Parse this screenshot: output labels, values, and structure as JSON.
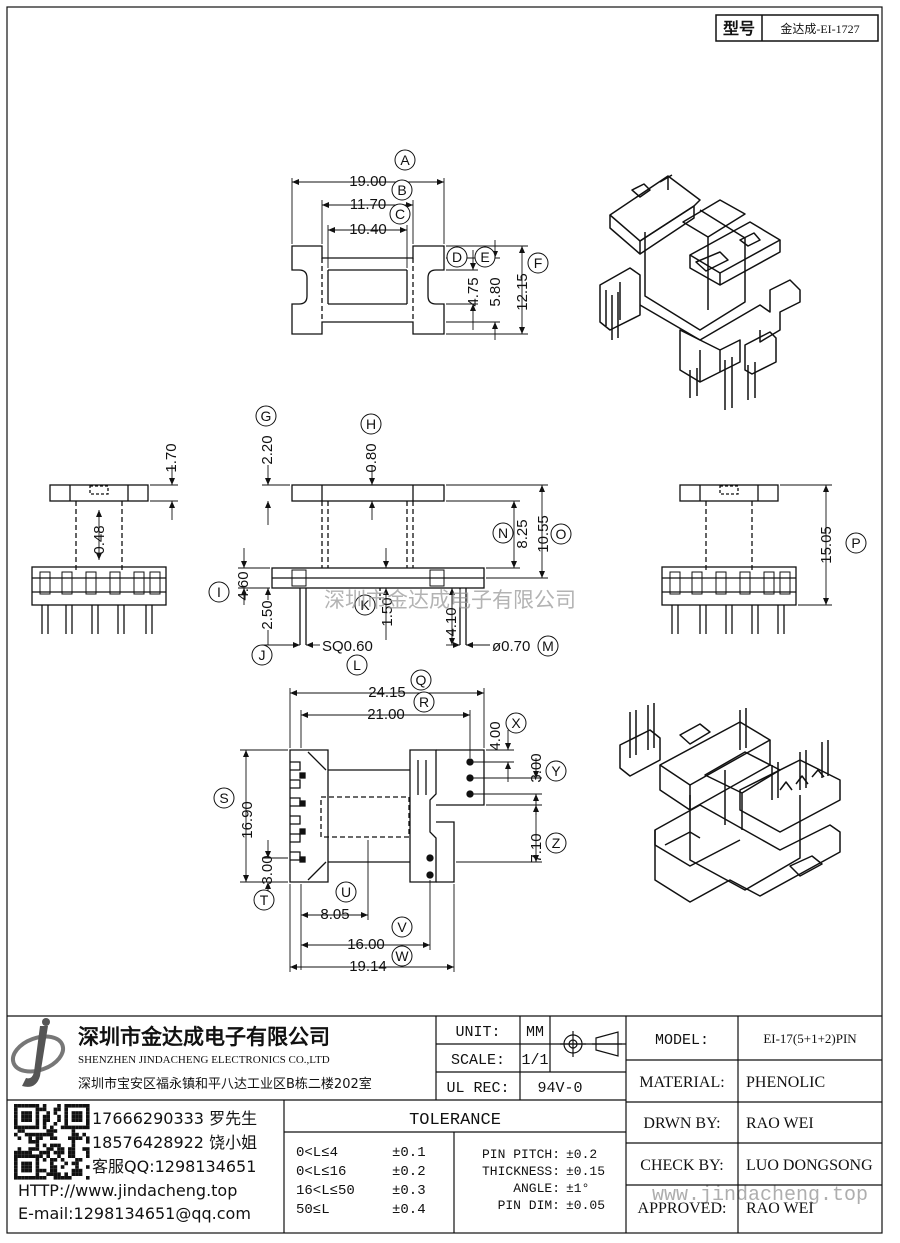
{
  "header": {
    "label": "型号",
    "model": "金达成-EI-1727"
  },
  "dimensions": {
    "A": "19.00",
    "B": "11.70",
    "C": "10.40",
    "D": "4.75",
    "E": "5.80",
    "F": "12.15",
    "G": "2.20",
    "H": "0.80",
    "side_top": "1.70",
    "side_inner": "0.48",
    "N": "8.25",
    "O": "10.55",
    "P": "15.05",
    "I": "4.60",
    "J": "2.50",
    "K": "1.50",
    "pin_len": "4.10",
    "L": "SQ0.60",
    "M": "ø0.70",
    "Q": "24.15",
    "R": "21.00",
    "X": "4.00",
    "Y": "3.00",
    "Z": "7.10",
    "S": "16.90",
    "T": "3.00",
    "U": "8.05",
    "V": "16.00",
    "W": "19.14"
  },
  "letters": [
    "A",
    "B",
    "C",
    "D",
    "E",
    "F",
    "G",
    "H",
    "N",
    "O",
    "P",
    "I",
    "J",
    "K",
    "L",
    "M",
    "Q",
    "R",
    "X",
    "Y",
    "Z",
    "S",
    "T",
    "U",
    "V",
    "W"
  ],
  "watermark": "深圳市金达成电子有限公司",
  "watermark_url": "www.jindacheng.top",
  "company": {
    "name_cn": "深圳市金达成电子有限公司",
    "name_en": "SHENZHEN JINDACHENG ELECTRONICS CO.,LTD",
    "address": "深圳市宝安区福永镇和平八达工业区B栋二楼202室",
    "phone1": "17666290333 罗先生",
    "phone2": "18576428922 饶小姐",
    "qq": "客服QQ:1298134651",
    "http": "HTTP://www.jindacheng.top",
    "email": "E-mail:1298134651@qq.com"
  },
  "titleblock": {
    "unit_label": "UNIT:",
    "unit": "MM",
    "scale_label": "SCALE:",
    "scale": "1/1",
    "ulrec_label": "UL REC:",
    "ulrec": "94V-0",
    "model_label": "MODEL:",
    "model": "EI-17(5+1+2)PIN",
    "material_label": "MATERIAL:",
    "material": "PHENOLIC",
    "drwn_label": "DRWN BY:",
    "drwn": "RAO WEI",
    "check_label": "CHECK BY:",
    "check": "LUO DONGSONG",
    "approved_label": "APPROVED:",
    "approved": "RAO WEI",
    "tolerance": "TOLERANCE",
    "tol_rows": [
      {
        "range": "0<L≤4",
        "val": "±0.1"
      },
      {
        "range": "0<L≤16",
        "val": "±0.2"
      },
      {
        "range": "16<L≤50",
        "val": "±0.3"
      },
      {
        "range": "50≤L",
        "val": "±0.4"
      }
    ],
    "tol_right": [
      {
        "label": "PIN PITCH:",
        "val": "±0.2"
      },
      {
        "label": "THICKNESS:",
        "val": "±0.15"
      },
      {
        "label": "ANGLE:",
        "val": "±1°"
      },
      {
        "label": "PIN DIM:",
        "val": "±0.05"
      }
    ]
  }
}
